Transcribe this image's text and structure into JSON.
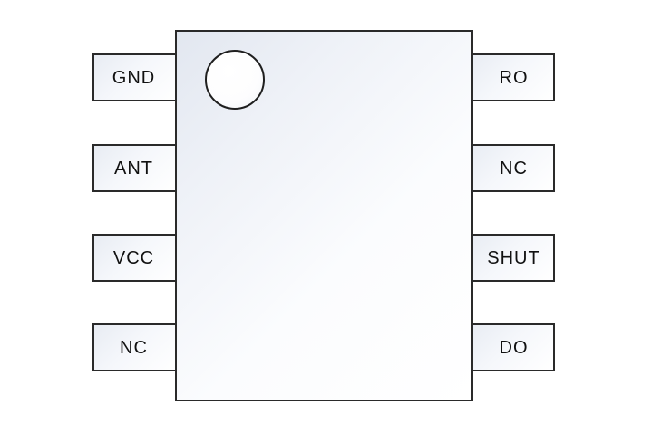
{
  "diagram": {
    "description": "8-pin IC package pinout diagram",
    "pin1_indicator": "circle"
  },
  "pins": {
    "left": [
      {
        "label": "GND"
      },
      {
        "label": "ANT"
      },
      {
        "label": "VCC"
      },
      {
        "label": "NC"
      }
    ],
    "right": [
      {
        "label": "RO"
      },
      {
        "label": "NC"
      },
      {
        "label": "SHUT"
      },
      {
        "label": "DO"
      }
    ]
  },
  "colors": {
    "outline": "#2a2a2a",
    "body_fill_start": "#e2e7f0",
    "body_fill_end": "#ffffff",
    "pin_fill_start": "#e8ecf3",
    "pin_fill_end": "#ffffff",
    "label_text": "#111111",
    "background": "#ffffff"
  }
}
